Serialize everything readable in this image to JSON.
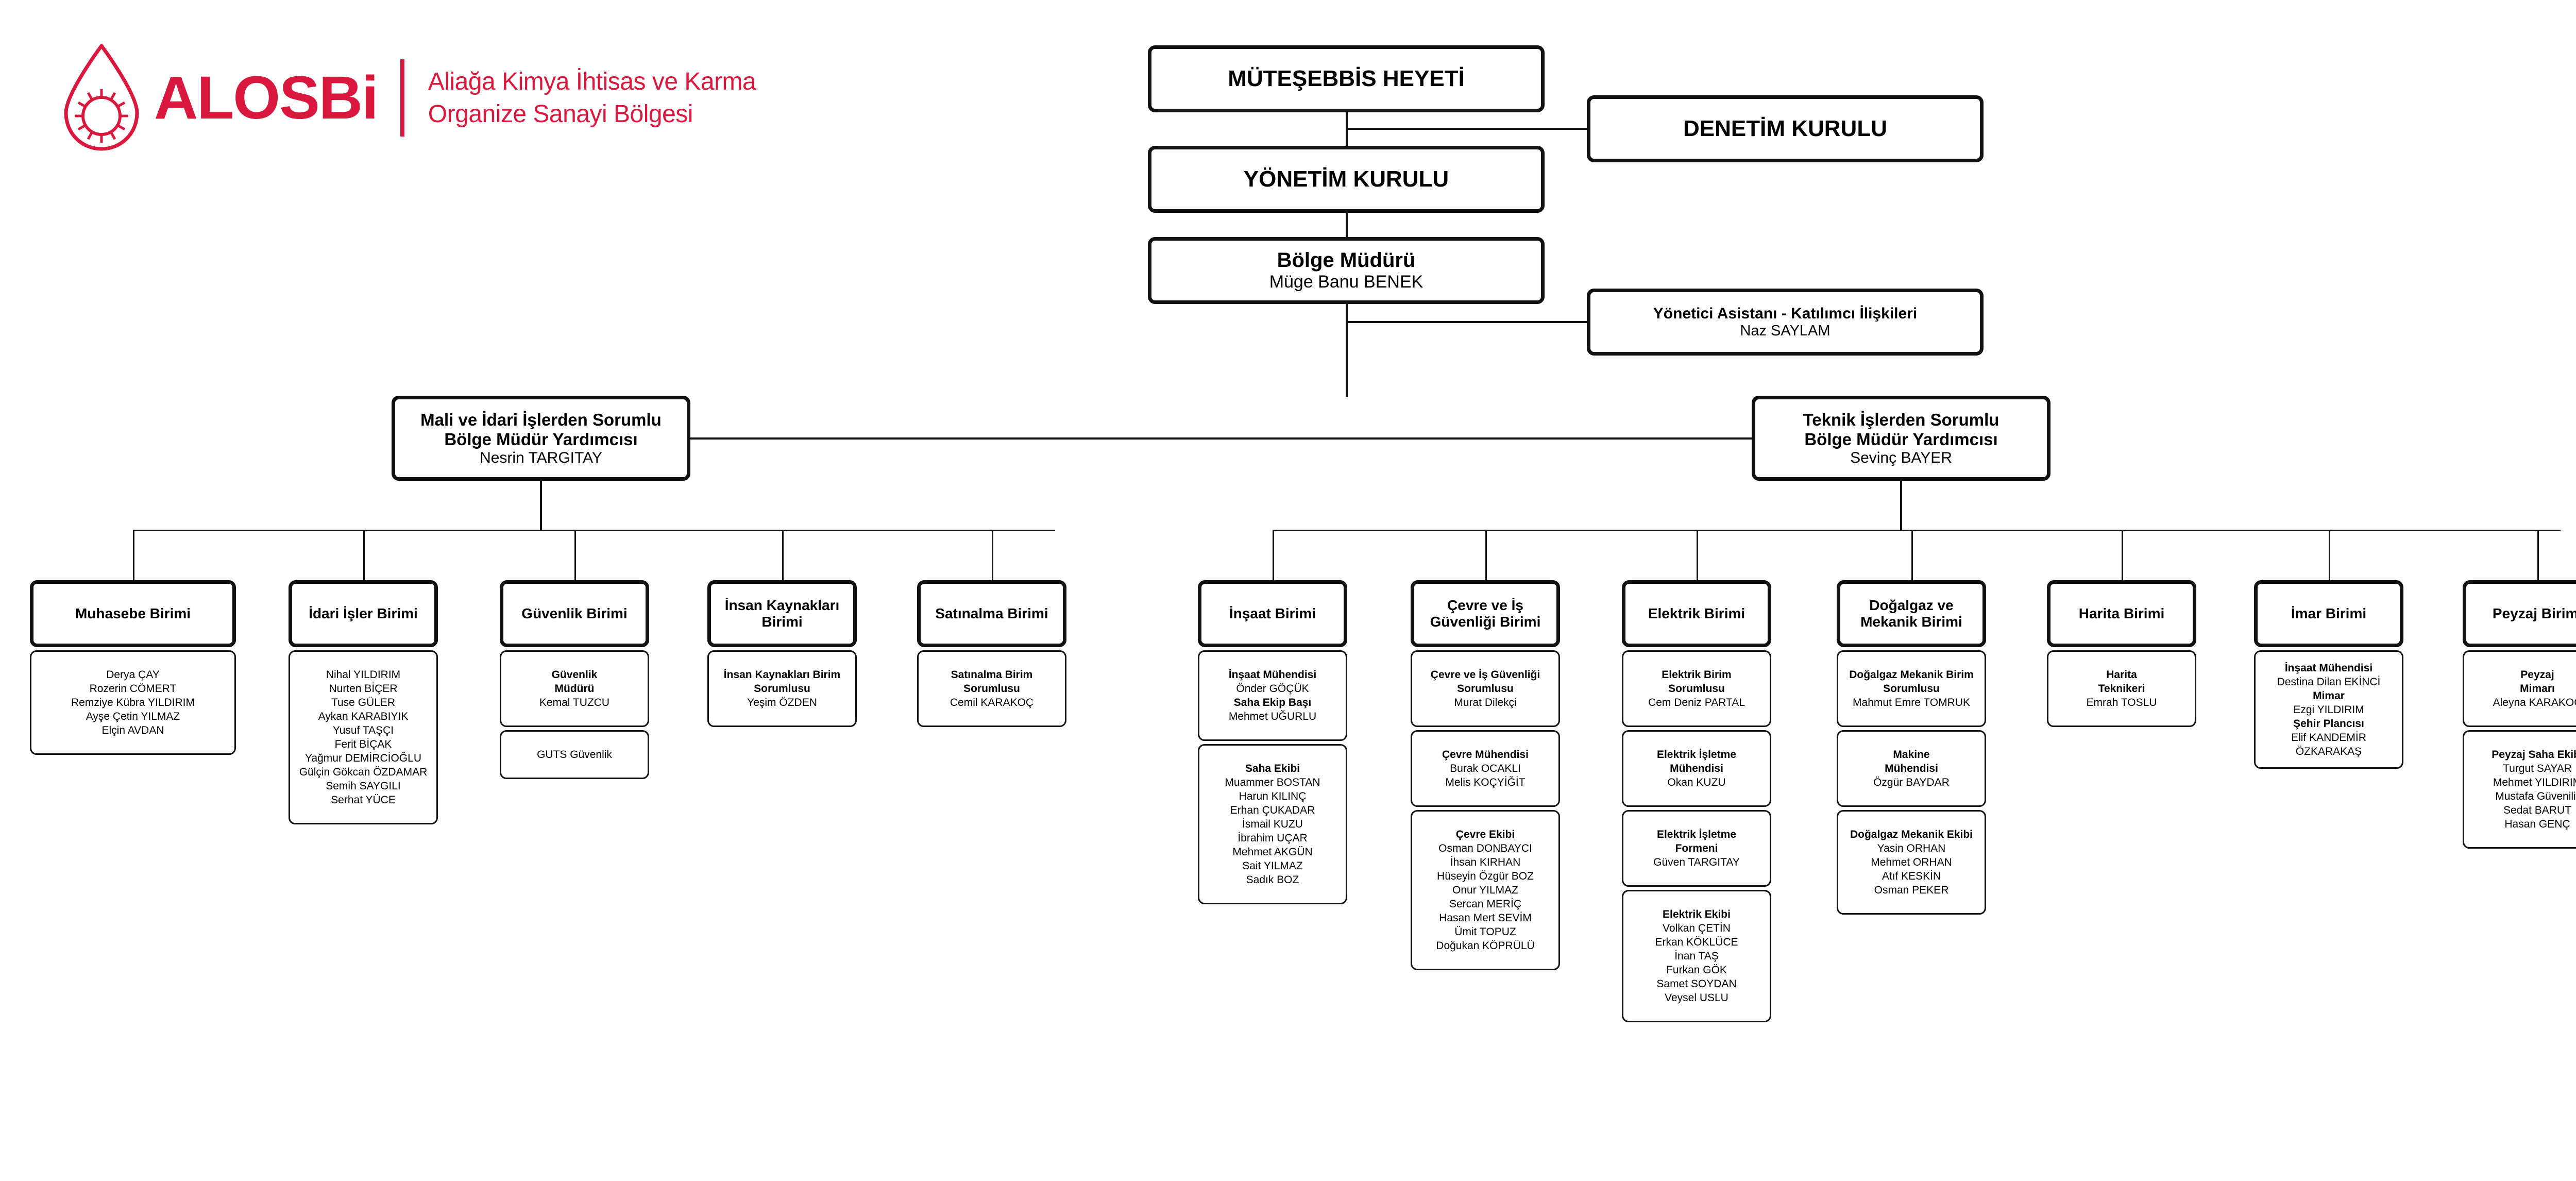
{
  "brand": {
    "wordmark": "ALOSBi",
    "subtitle_line1": "Aliağa Kimya İhtisas ve Karma",
    "subtitle_line2": "Organize Sanayi Bölgesi",
    "accent_color": "#d8183c"
  },
  "top": {
    "mutesebbis": "MÜTEŞEBBİS HEYETİ",
    "denetim": "DENETİM KURULU",
    "yonetim": "YÖNETİM KURULU",
    "bolge_muduru_title": "Bölge Müdürü",
    "bolge_muduru_name": "Müge Banu BENEK",
    "asistan_title": "Yönetici Asistanı - Katılımcı İlişkileri",
    "asistan_name": "Naz SAYLAM"
  },
  "deputies": {
    "mali": {
      "line1": "Mali ve İdari İşlerden Sorumlu",
      "line2": "Bölge Müdür Yardımcısı",
      "name": "Nesrin TARGITAY"
    },
    "teknik": {
      "line1": "Teknik İşlerden Sorumlu",
      "line2": "Bölge Müdür Yardımcısı",
      "name": "Sevinç BAYER"
    }
  },
  "left_units": [
    {
      "title": "Muhasebe Birimi",
      "cards": [
        {
          "roles": [],
          "names": [
            "Derya ÇAY",
            "Rozerin CÖMERT",
            "Remziye Kübra YILDIRIM",
            "Ayşe Çetin YILMAZ",
            "Elçin AVDAN"
          ]
        }
      ]
    },
    {
      "title": "İdari İşler Birimi",
      "cards": [
        {
          "roles": [],
          "names": [
            "Nihal YILDIRIM",
            "Nurten BİÇER",
            "Tuse GÜLER",
            "Aykan KARABIYIK",
            "Yusuf TAŞÇI",
            "Ferit BİÇAK",
            "Yağmur DEMİRCİOĞLU",
            "Gülçin Gökcan ÖZDAMAR",
            "Semih SAYGILI",
            "Serhat YÜCE"
          ]
        }
      ]
    },
    {
      "title": "Güvenlik Birimi",
      "cards": [
        {
          "roles": [
            "Güvenlik",
            "Müdürü"
          ],
          "names": [
            "Kemal TUZCU"
          ]
        },
        {
          "roles": [],
          "names": [
            "GUTS Güvenlik"
          ]
        }
      ]
    },
    {
      "title": "İnsan Kaynakları Birimi",
      "cards": [
        {
          "roles": [
            "İnsan Kaynakları Birim",
            "Sorumlusu"
          ],
          "names": [
            "Yeşim ÖZDEN"
          ]
        }
      ]
    },
    {
      "title": "Satınalma Birimi",
      "cards": [
        {
          "roles": [
            "Satınalma Birim",
            "Sorumlusu"
          ],
          "names": [
            "Cemil KARAKOÇ"
          ]
        }
      ]
    }
  ],
  "right_units": [
    {
      "title": "İnşaat Birimi",
      "cards": [
        {
          "mixed": [
            {
              "text": "İnşaat Mühendisi",
              "bold": true
            },
            {
              "text": "Önder GÖÇÜK",
              "bold": false
            },
            {
              "text": "Saha Ekip Başı",
              "bold": true
            },
            {
              "text": "Mehmet UĞURLU",
              "bold": false
            }
          ]
        },
        {
          "mixed": [
            {
              "text": "Saha Ekibi",
              "bold": true
            },
            {
              "text": "Muammer BOSTAN",
              "bold": false
            },
            {
              "text": "Harun KILINÇ",
              "bold": false
            },
            {
              "text": "Erhan ÇUKADAR",
              "bold": false
            },
            {
              "text": "İsmail KUZU",
              "bold": false
            },
            {
              "text": "İbrahim UÇAR",
              "bold": false
            },
            {
              "text": "Mehmet AKGÜN",
              "bold": false
            },
            {
              "text": "Sait YILMAZ",
              "bold": false
            },
            {
              "text": "Sadık BOZ",
              "bold": false
            }
          ]
        }
      ]
    },
    {
      "title": "Çevre ve İş Güvenliği Birimi",
      "cards": [
        {
          "mixed": [
            {
              "text": "Çevre ve İş Güvenliği",
              "bold": true
            },
            {
              "text": "Sorumlusu",
              "bold": true
            },
            {
              "text": "Murat Dilekçi",
              "bold": false
            }
          ]
        },
        {
          "mixed": [
            {
              "text": "Çevre Mühendisi",
              "bold": true
            },
            {
              "text": "Burak OCAKLI",
              "bold": false
            },
            {
              "text": "Melis KOÇYİĞİT",
              "bold": false
            }
          ]
        },
        {
          "mixed": [
            {
              "text": "Çevre Ekibi",
              "bold": true
            },
            {
              "text": "Osman DONBAYCI",
              "bold": false
            },
            {
              "text": "İhsan KIRHAN",
              "bold": false
            },
            {
              "text": "Hüseyin Özgür BOZ",
              "bold": false
            },
            {
              "text": "Onur YILMAZ",
              "bold": false
            },
            {
              "text": "Sercan MERİÇ",
              "bold": false
            },
            {
              "text": "Hasan Mert SEVİM",
              "bold": false
            },
            {
              "text": "Ümit TOPUZ",
              "bold": false
            },
            {
              "text": "Doğukan KÖPRÜLÜ",
              "bold": false
            }
          ]
        }
      ]
    },
    {
      "title": "Elektrik Birimi",
      "cards": [
        {
          "mixed": [
            {
              "text": "Elektrik Birim",
              "bold": true
            },
            {
              "text": "Sorumlusu",
              "bold": true
            },
            {
              "text": "Cem Deniz PARTAL",
              "bold": false
            }
          ]
        },
        {
          "mixed": [
            {
              "text": "Elektrik İşletme",
              "bold": true
            },
            {
              "text": "Mühendisi",
              "bold": true
            },
            {
              "text": "Okan KUZU",
              "bold": false
            }
          ]
        },
        {
          "mixed": [
            {
              "text": "Elektrik İşletme",
              "bold": true
            },
            {
              "text": "Formeni",
              "bold": true
            },
            {
              "text": "Güven TARGITAY",
              "bold": false
            }
          ]
        },
        {
          "mixed": [
            {
              "text": "Elektrik Ekibi",
              "bold": true
            },
            {
              "text": "Volkan ÇETİN",
              "bold": false
            },
            {
              "text": "Erkan KÖKLÜCE",
              "bold": false
            },
            {
              "text": "İnan TAŞ",
              "bold": false
            },
            {
              "text": "Furkan GÖK",
              "bold": false
            },
            {
              "text": "Samet SOYDAN",
              "bold": false
            },
            {
              "text": "Veysel USLU",
              "bold": false
            }
          ]
        }
      ]
    },
    {
      "title": "Doğalgaz ve Mekanik Birimi",
      "cards": [
        {
          "mixed": [
            {
              "text": "Doğalgaz Mekanik Birim",
              "bold": true
            },
            {
              "text": "Sorumlusu",
              "bold": true
            },
            {
              "text": "Mahmut Emre TOMRUK",
              "bold": false
            }
          ]
        },
        {
          "mixed": [
            {
              "text": "Makine",
              "bold": true
            },
            {
              "text": "Mühendisi",
              "bold": true
            },
            {
              "text": "Özgür BAYDAR",
              "bold": false
            }
          ]
        },
        {
          "mixed": [
            {
              "text": "Doğalgaz Mekanik Ekibi",
              "bold": true
            },
            {
              "text": "Yasin ORHAN",
              "bold": false
            },
            {
              "text": "Mehmet ORHAN",
              "bold": false
            },
            {
              "text": "Atıf KESKİN",
              "bold": false
            },
            {
              "text": "Osman PEKER",
              "bold": false
            }
          ]
        }
      ]
    },
    {
      "title": "Harita Birimi",
      "cards": [
        {
          "mixed": [
            {
              "text": "Harita",
              "bold": true
            },
            {
              "text": "Teknikeri",
              "bold": true
            },
            {
              "text": "Emrah TOSLU",
              "bold": false
            }
          ]
        }
      ]
    },
    {
      "title": "İmar Birimi",
      "cards": [
        {
          "mixed": [
            {
              "text": "İnşaat Mühendisi",
              "bold": true
            },
            {
              "text": "Destina Dilan EKİNCİ",
              "bold": false
            },
            {
              "text": "Mimar",
              "bold": true
            },
            {
              "text": "Ezgi YILDIRIM",
              "bold": false
            },
            {
              "text": "Şehir Plancısı",
              "bold": true
            },
            {
              "text": "Elif KANDEMİR ÖZKARAKAŞ",
              "bold": false
            }
          ]
        }
      ]
    },
    {
      "title": "Peyzaj Birimi",
      "cards": [
        {
          "mixed": [
            {
              "text": "Peyzaj",
              "bold": true
            },
            {
              "text": "Mimarı",
              "bold": true
            },
            {
              "text": "Aleyna KARAKOÇ",
              "bold": false
            }
          ]
        },
        {
          "mixed": [
            {
              "text": "Peyzaj Saha Ekibi",
              "bold": true
            },
            {
              "text": "Turgut SAYAR",
              "bold": false
            },
            {
              "text": "Mehmet YILDIRIM",
              "bold": false
            },
            {
              "text": "Mustafa Güvenilir",
              "bold": false
            },
            {
              "text": "Sedat BARUT",
              "bold": false
            },
            {
              "text": "Hasan GENÇ",
              "bold": false
            }
          ]
        }
      ]
    }
  ]
}
